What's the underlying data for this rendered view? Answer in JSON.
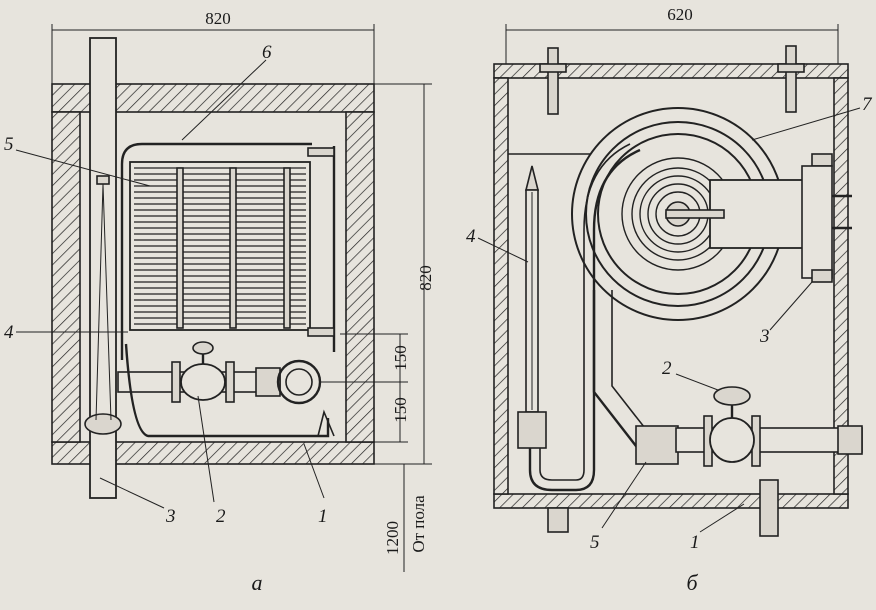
{
  "dimensions": {
    "a_width": "820",
    "a_height": "820",
    "a_upper": "150",
    "a_lower": "150",
    "a_floor": "1200",
    "a_floor_note": "От пола",
    "b_width": "620"
  },
  "callouts_a": [
    "1",
    "2",
    "3",
    "4",
    "5",
    "6"
  ],
  "callouts_b": [
    "1",
    "2",
    "3",
    "4",
    "5",
    "7"
  ],
  "captions": {
    "a": "а",
    "b": "б"
  },
  "colors": {
    "ink": "#222222",
    "paper": "#e7e4dd"
  }
}
